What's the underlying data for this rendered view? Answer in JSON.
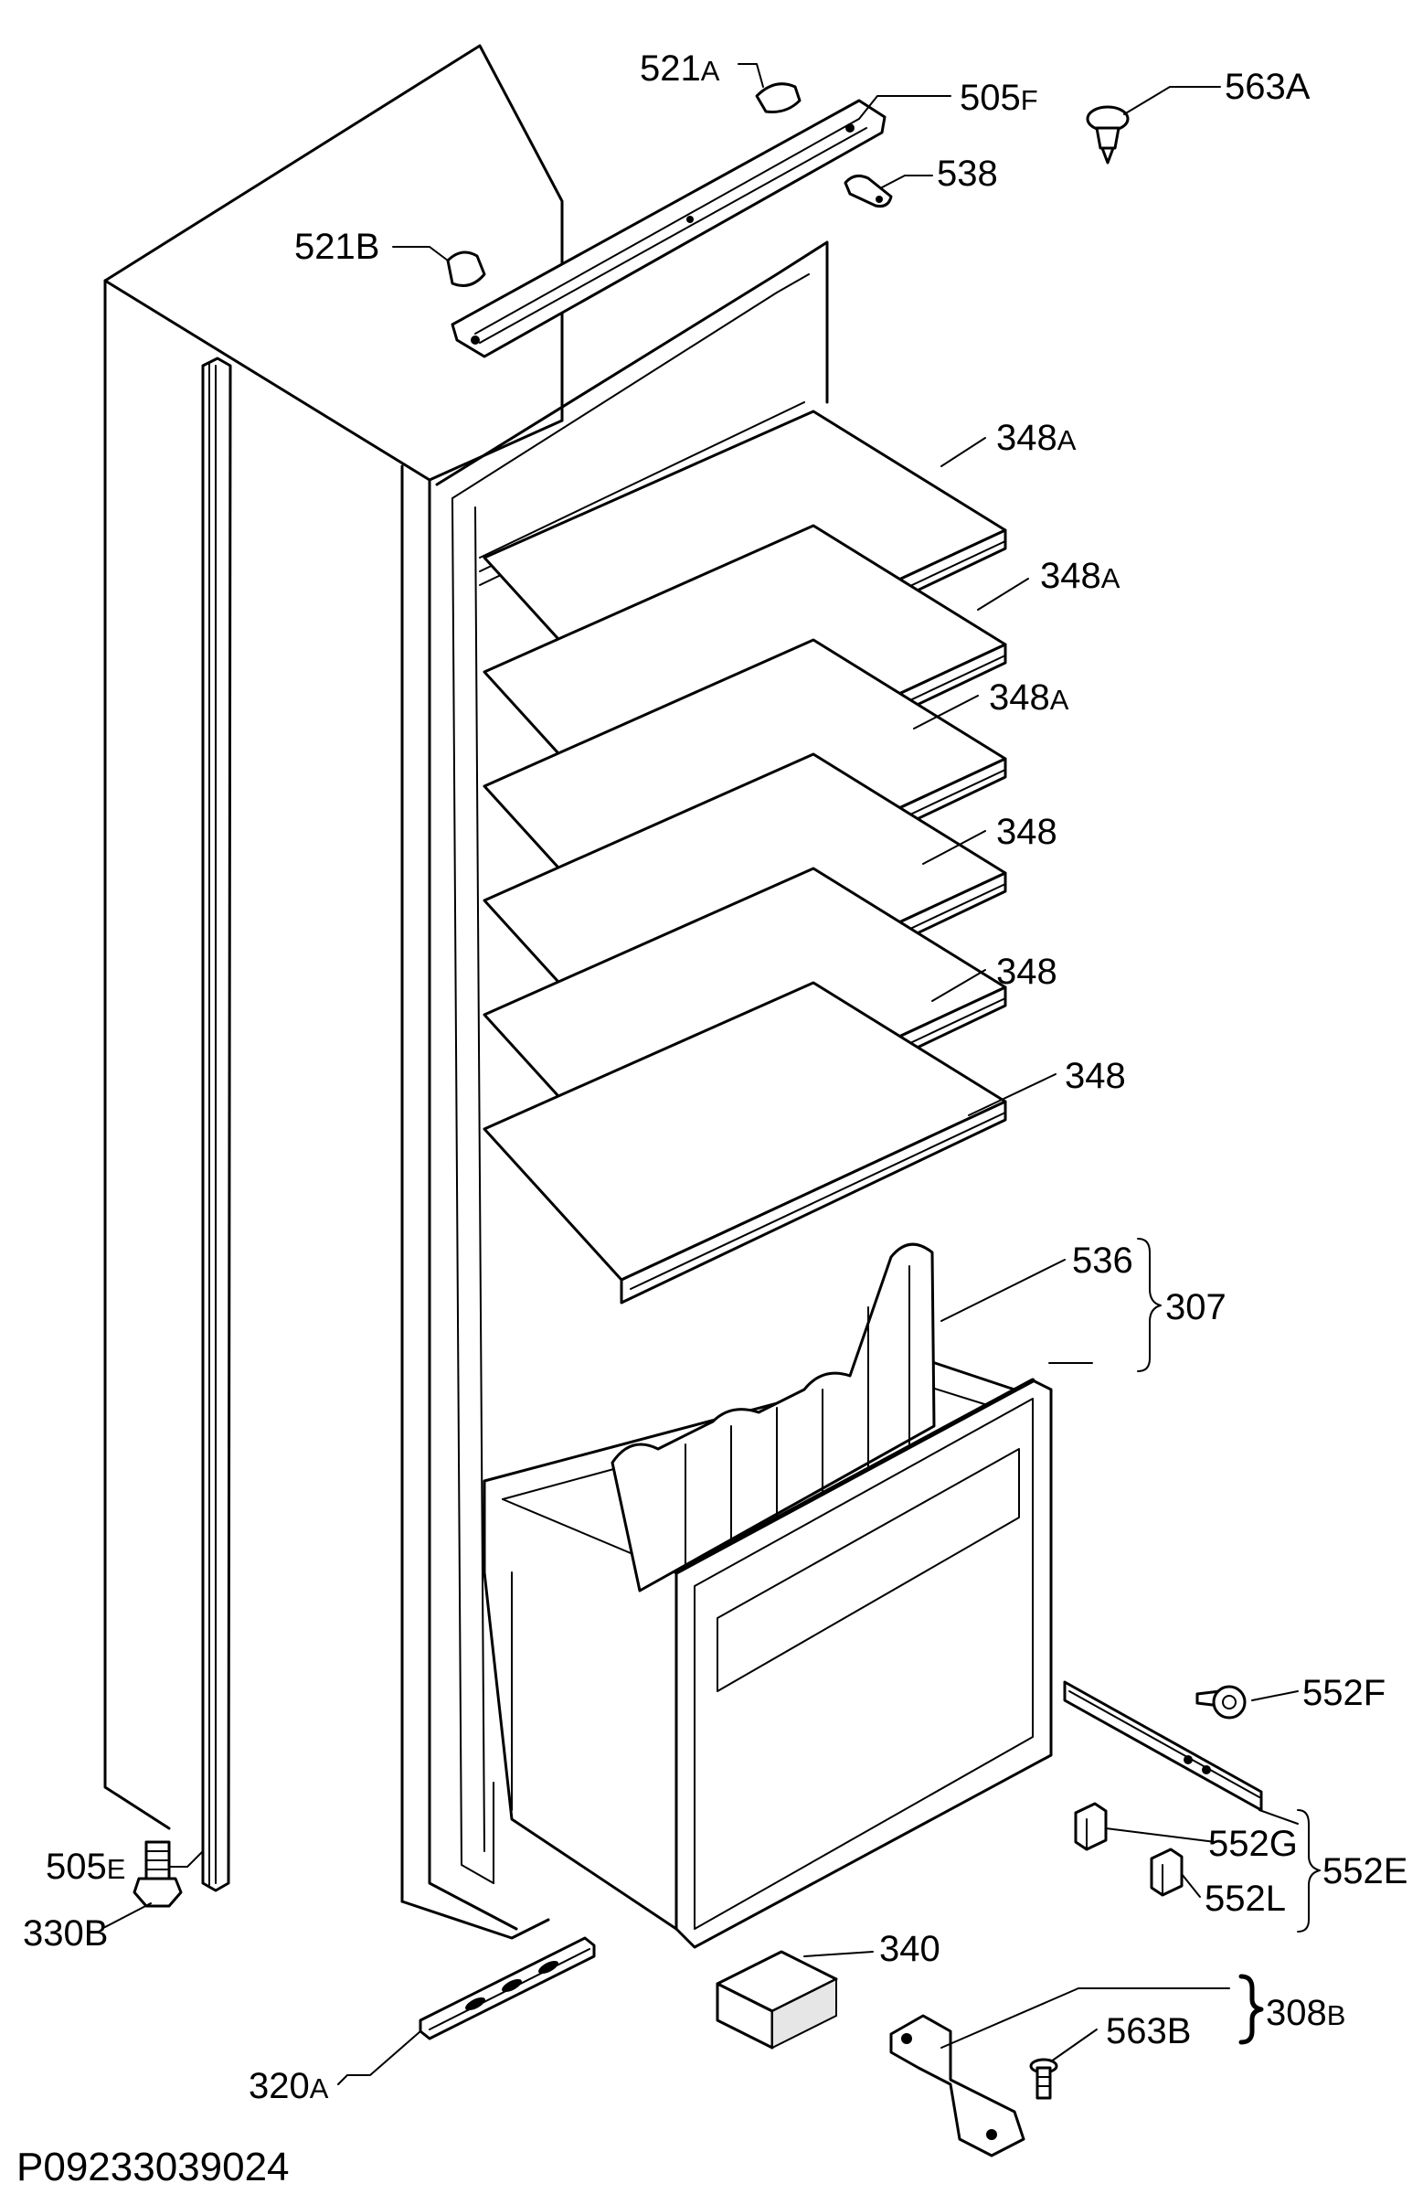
{
  "drawing_code": "P09233039024",
  "callouts": {
    "c521a": {
      "num": "521",
      "suf": "A"
    },
    "c505f": {
      "num": "505",
      "suf": "F"
    },
    "c563a": {
      "num": "563",
      "suf": "A"
    },
    "c538": {
      "num": "538",
      "suf": ""
    },
    "c521b": {
      "num": "521",
      "suf": "B"
    },
    "c348a1": {
      "num": "348",
      "suf": "A"
    },
    "c348a2": {
      "num": "348",
      "suf": "A"
    },
    "c348a3": {
      "num": "348",
      "suf": "A"
    },
    "c348_1": {
      "num": "348",
      "suf": ""
    },
    "c348_2": {
      "num": "348",
      "suf": ""
    },
    "c348_3": {
      "num": "348",
      "suf": ""
    },
    "c536": {
      "num": "536",
      "suf": ""
    },
    "c307": {
      "num": "307",
      "suf": ""
    },
    "c552f": {
      "num": "552",
      "suf": "F"
    },
    "c552g": {
      "num": "552",
      "suf": "G"
    },
    "c552e": {
      "num": "552",
      "suf": "E"
    },
    "c552l": {
      "num": "552",
      "suf": "L"
    },
    "c505e": {
      "num": "505",
      "suf": "E"
    },
    "c330b": {
      "num": "330",
      "suf": "B"
    },
    "c340": {
      "num": "340",
      "suf": ""
    },
    "c563b": {
      "num": "563",
      "suf": "B"
    },
    "c308b": {
      "num": "308",
      "suf": "B"
    },
    "c320a": {
      "num": "320",
      "suf": "A"
    }
  }
}
